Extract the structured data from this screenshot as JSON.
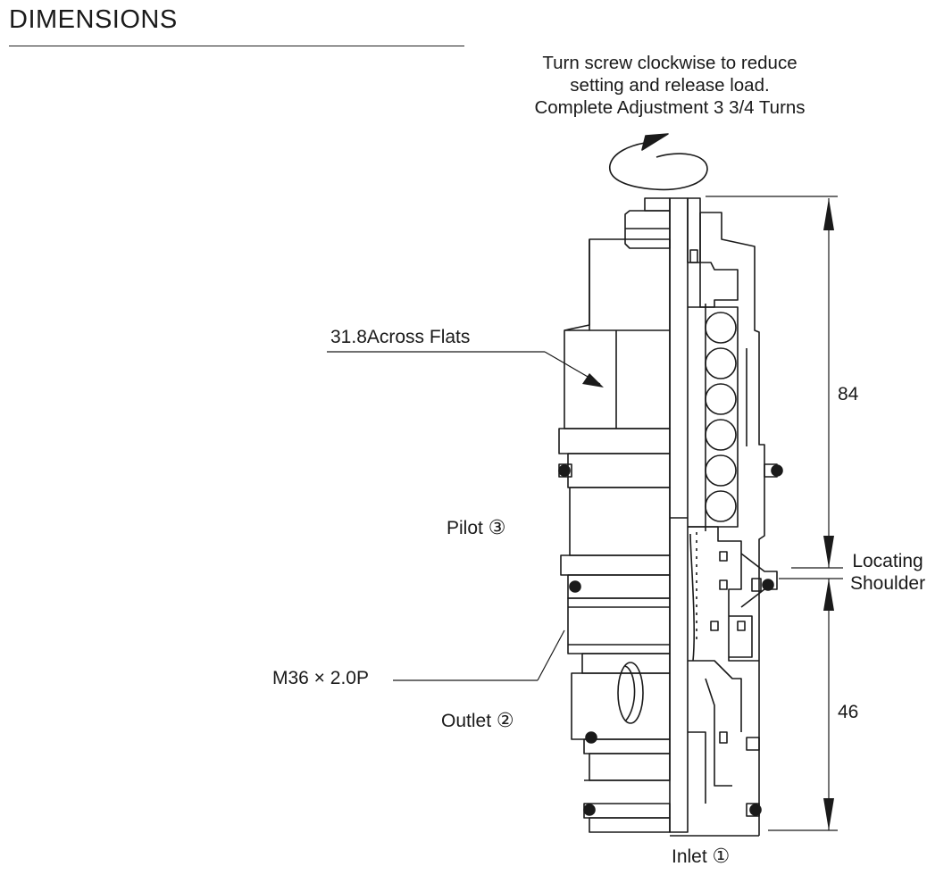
{
  "heading": "DIMENSIONS",
  "adjustment_note": {
    "line1": "Turn screw clockwise to reduce",
    "line2": "setting and release load.",
    "line3": "Complete Adjustment 3 3/4 Turns"
  },
  "labels": {
    "across_flats": "31.8Across Flats",
    "thread": "M36 × 2.0P",
    "pilot": "Pilot",
    "pilot_port": "③",
    "outlet": "Outlet",
    "outlet_port": "②",
    "inlet": "Inlet",
    "inlet_port": "①",
    "locating_line1": "Locating",
    "locating_line2": "Shoulder"
  },
  "dimensions": {
    "upper": "84",
    "lower": "46"
  },
  "colors": {
    "line": "#1a1a1a",
    "background": "#ffffff"
  }
}
